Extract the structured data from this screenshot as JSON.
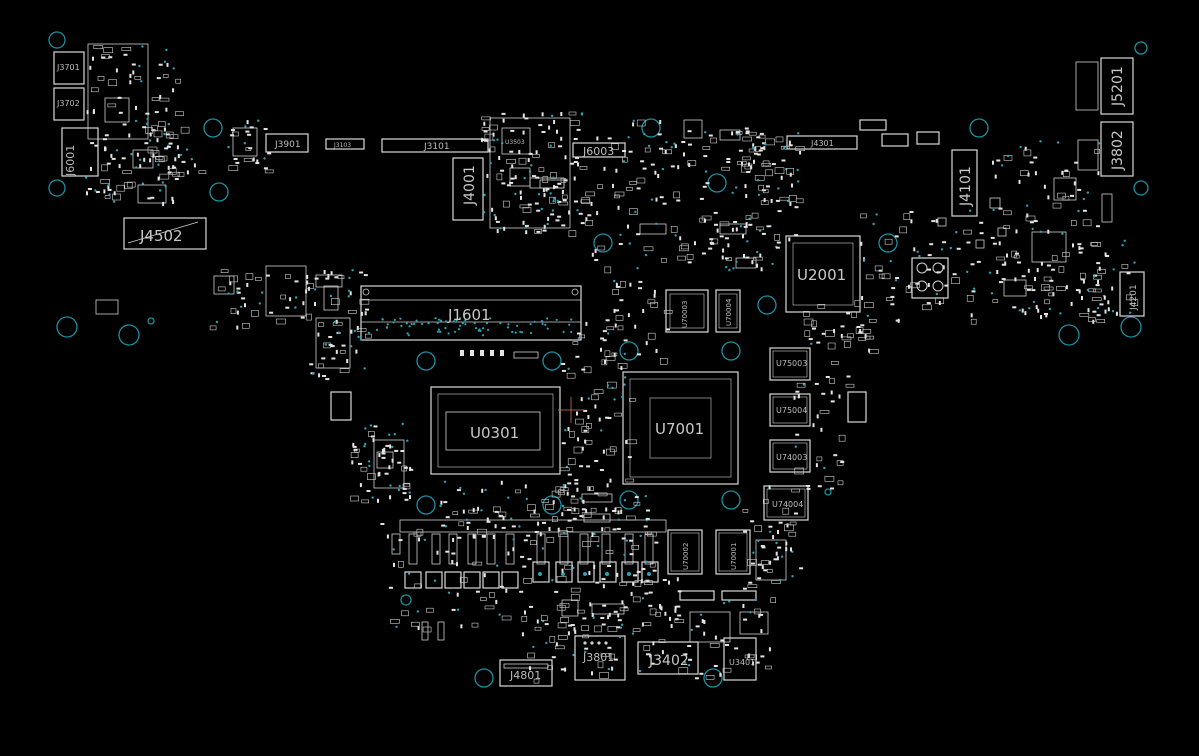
{
  "labels": {
    "j3701": "J3701",
    "j3702": "J3702",
    "j6001": "J6001",
    "j4502": "J4502",
    "j3901": "J3901",
    "j3103": "J3103",
    "j3101": "J3101",
    "j3503": "U3503",
    "j6003": "J6003",
    "j4001": "J4001",
    "j1601": "J1601",
    "u0301": "U0301",
    "u7001": "U7001",
    "u2001": "U2001",
    "j4301": "J4301",
    "j4101": "J4101",
    "j5201": "J5201",
    "j3802": "J3802",
    "j4201": "J4201",
    "u75003": "U75003",
    "u75004": "U75004",
    "u74003": "U74003",
    "u74004": "U74004",
    "u70003": "U70003",
    "u70004": "U70004",
    "u70002": "U70002",
    "u70001": "U70001",
    "j4801": "J4801",
    "j3801": "J3801",
    "j3402": "J3402",
    "u3401": "U3401"
  }
}
